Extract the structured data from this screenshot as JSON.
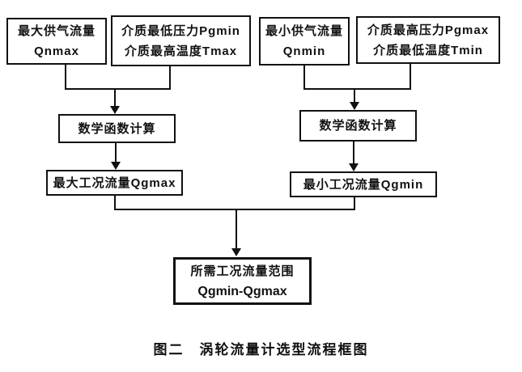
{
  "page": {
    "background": "#ffffff",
    "ink": "#111111"
  },
  "flowchart": {
    "nodes": {
      "qnmax": {
        "line1": "最大供气流量",
        "line2": "Qnmax"
      },
      "pgmin_tmax": {
        "line1": "介质最低压力Pgmin",
        "line2": "介质最高温度Tmax"
      },
      "qnmin": {
        "line1": "最小供气流量",
        "line2": "Qnmin"
      },
      "pgmax_tmin": {
        "line1": "介质最高压力Pgmax",
        "line2": "介质最低温度Tmin"
      },
      "calc_left": {
        "label": "数学函数计算"
      },
      "calc_right": {
        "label": "数学函数计算"
      },
      "qgmax": {
        "label": "最大工况流量Qgmax"
      },
      "qgmin": {
        "label": "最小工况流量Qgmin"
      },
      "result": {
        "line1": "所需工况流量范围",
        "line2": "Qgmin-Qgmax"
      }
    },
    "edges": [
      {
        "from": [
          "qnmax",
          "pgmin_tmax"
        ],
        "to": "calc_left"
      },
      {
        "from": [
          "qnmin",
          "pgmax_tmin"
        ],
        "to": "calc_right"
      },
      {
        "from": [
          "calc_left"
        ],
        "to": "qgmax"
      },
      {
        "from": [
          "calc_right"
        ],
        "to": "qgmin"
      },
      {
        "from": [
          "qgmax",
          "qgmin"
        ],
        "to": "result"
      }
    ],
    "caption": "图二　涡轮流量计选型流程框图"
  }
}
